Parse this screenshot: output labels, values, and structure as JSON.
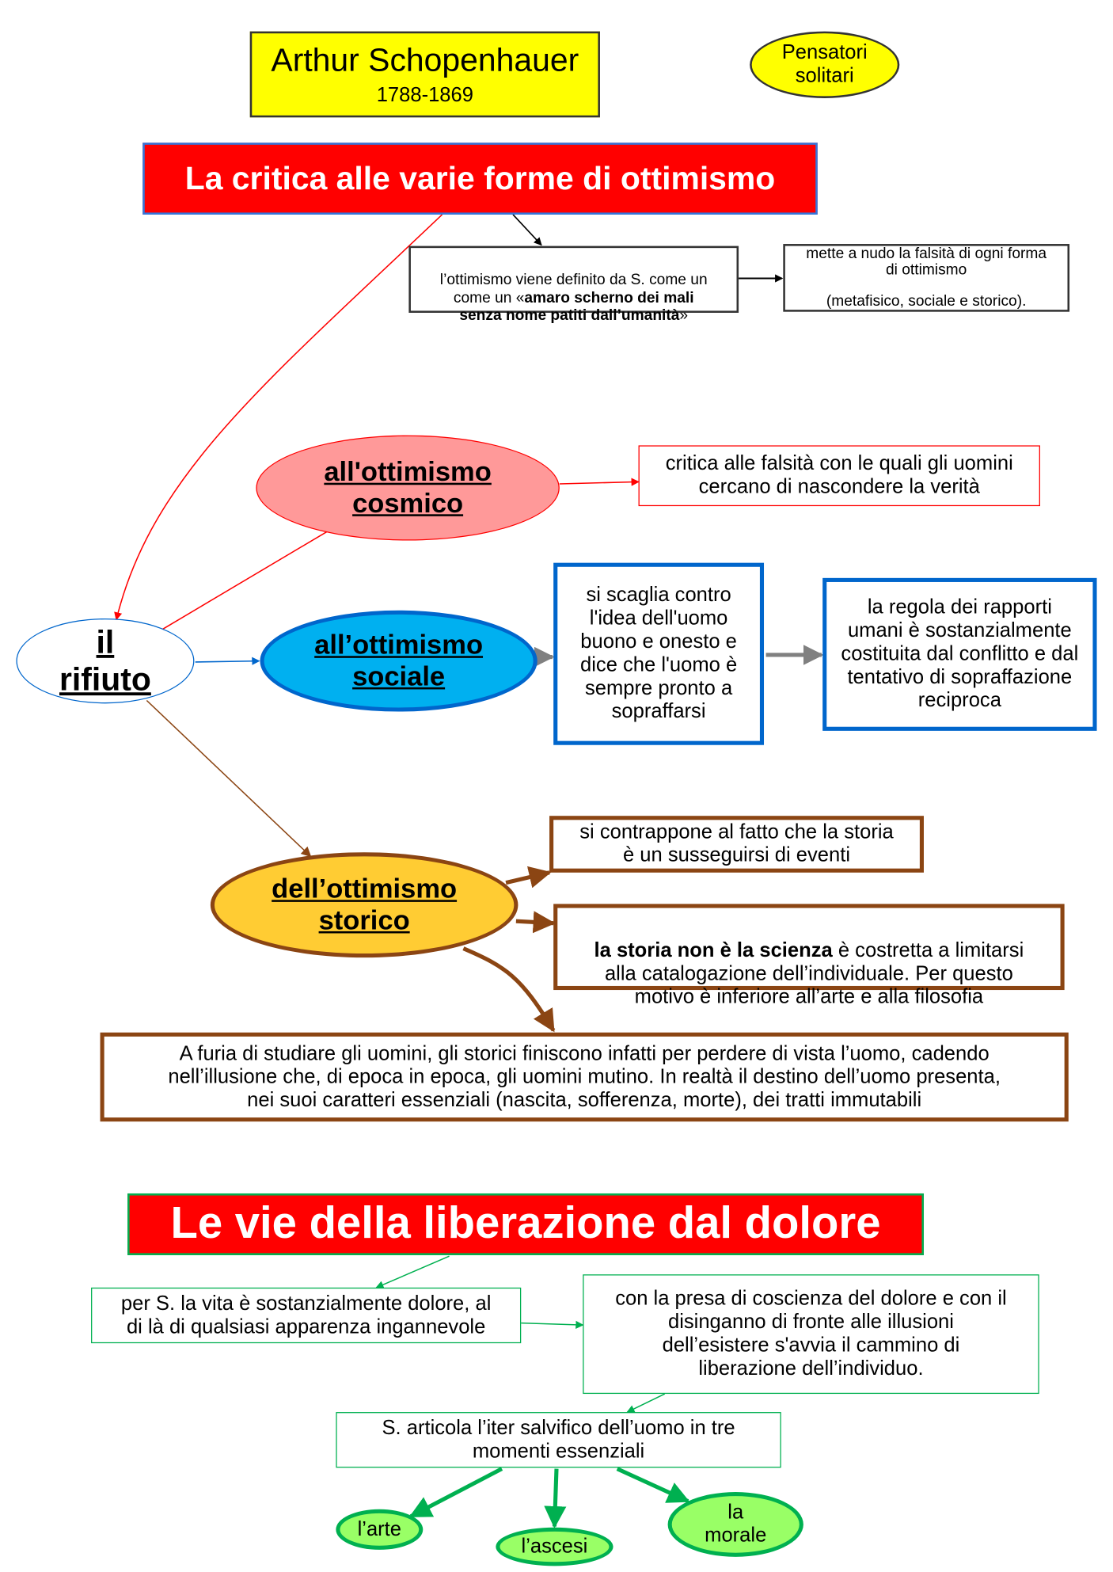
{
  "header": {
    "name": "Arthur Schopenhauer",
    "dates": "1788-1869",
    "category": "Pensatori\nsolitari"
  },
  "section1": {
    "title": "La critica alle varie forme di ottimismo",
    "definition": {
      "pre": "l’ottimismo viene definito da S. come un\ncome un «",
      "bold": "amaro scherno dei mali\nsenza nome patiti dall’umanità",
      "post": "»"
    },
    "unmask": "mette a nudo la falsità di ogni forma\ndi ottimismo\n\n(metafisico, sociale e storico).",
    "refusal": "il\nrifiuto",
    "cosmic": {
      "label": "all'ottimismo\ncosmico",
      "note": "critica alle falsità con le quali gli uomini\ncercano di nascondere la verità"
    },
    "social": {
      "label": "all’ottimismo\nsociale",
      "note1": "si scaglia contro\nl'idea dell'uomo\nbuono e onesto e\ndice che l'uomo è\nsempre pronto a\nsopraffarsi",
      "note2": "la regola dei rapporti\numani è sostanzialmente\ncostituita dal conflitto e dal\ntentativo di sopraffazione\nreciproca"
    },
    "historical": {
      "label": "dell’ottimismo\nstorico",
      "note1": "si contrappone al fatto che la storia\nè un susseguirsi di eventi",
      "note2_bold": "la storia non è la scienza",
      "note2_rest": " è costretta a limitarsi\nalla catalogazione dell’individuale. Per questo\nmotivo è inferiore all’arte e alla filosofia",
      "note3": "A furia di studiare gli uomini, gli storici finiscono infatti per perdere di vista l’uomo, cadendo\nnell’illusione che, di epoca in epoca, gli uomini mutino. In realtà il destino dell’uomo presenta,\nnei suoi caratteri essenziali (nascita, sofferenza, morte), dei tratti immutabili"
    }
  },
  "section2": {
    "title": "Le vie della liberazione dal dolore",
    "pain": "per S. la vita è sostanzialmente dolore, al\ndi là di qualsiasi apparenza ingannevole",
    "awareness": "con la presa di coscienza del dolore e con il\ndisinganno di fronte alle illusioni\ndell’esistere s'avvia il cammino di\nliberazione dell’individuo.",
    "path": "S. articola l’iter salvifico dell’uomo in tre\nmomenti essenziali",
    "moments": [
      "l’arte",
      "l’ascesi",
      "la\nmorale"
    ]
  },
  "colors": {
    "red": "#ff0000",
    "yellow": "#ffff00",
    "blue": "#0066cc",
    "cyan": "#00b0f0",
    "brown": "#8b4513",
    "orange": "#ffcc33",
    "green": "#00b050",
    "lightgreen": "#99ff66",
    "pink": "#ff9999"
  }
}
